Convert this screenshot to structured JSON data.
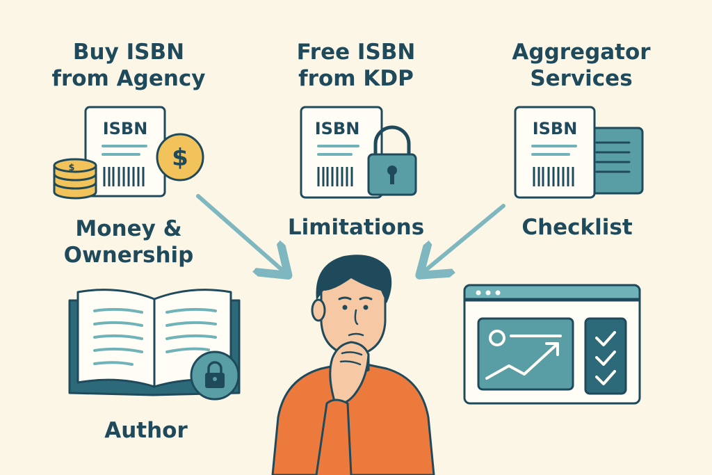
{
  "columns": [
    {
      "title_line1": "Buy ISBN",
      "title_line2": "from Agency",
      "caption_line1": "Money &",
      "caption_line2": "Ownership"
    },
    {
      "title_line1": "Free ISBN",
      "title_line2": "from KDP",
      "caption_line1": "Limitations"
    },
    {
      "title_line1": "Aggregator",
      "title_line2": "Services",
      "caption_line1": "Checklist"
    }
  ],
  "isbn_card_label": "ISBN",
  "coin_symbol": "$",
  "bottom_left_label": "Author",
  "icons": [
    "isbn-document-icon",
    "dollar-coin-icon",
    "coin-stack-icon",
    "padlock-icon",
    "stacked-document-icon",
    "open-book-icon",
    "book-lock-badge-icon",
    "arrow-icon",
    "thinking-person-icon",
    "browser-dashboard-icon",
    "trend-chart-icon",
    "checkmark-icon"
  ],
  "colors": {
    "background": "#fbf6e6",
    "ink": "#1f4a5c",
    "teal": "#5a9ea5",
    "teal_light": "#6fb3b8",
    "gold": "#f2c35b",
    "orange": "#ec7a3d",
    "skin": "#f6c9a4",
    "arrow": "#7eb7bf"
  }
}
